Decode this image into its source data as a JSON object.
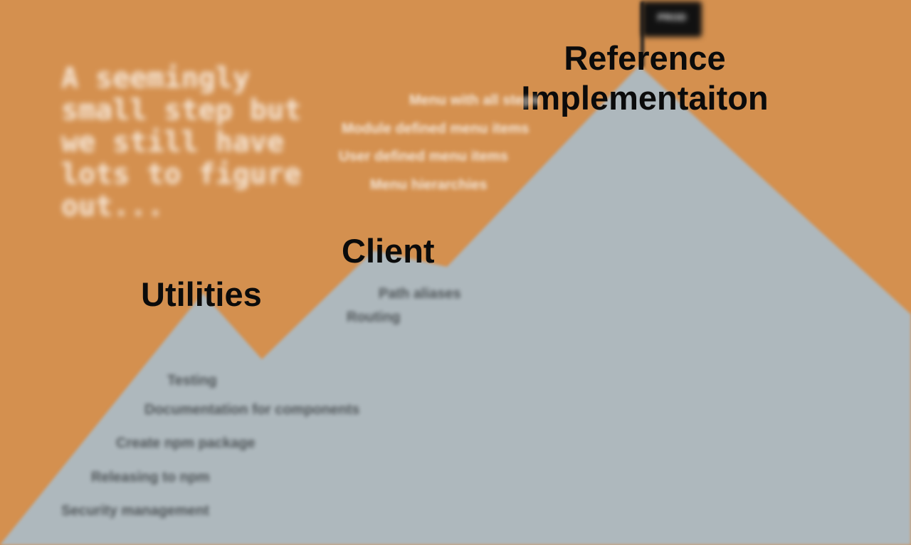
{
  "headline": "A seemingly small step but we still have lots to figure out...",
  "flag": {
    "label": "PROD"
  },
  "peaks": {
    "utilities": "Utilities",
    "client": "Client",
    "reference": "Reference Implementaiton"
  },
  "reference_items": [
    "Menu with all steps",
    "Module defined menu items",
    "User defined menu items",
    "Menu hierarchies"
  ],
  "client_items": [
    "Path aliases",
    "Routing"
  ],
  "utility_items": [
    "Testing",
    "Documentation for components",
    "Create npm package",
    "Releasing to npm",
    "Security management"
  ],
  "colors": {
    "sky": "#D4904F",
    "mountain": "#AEB8BD",
    "flag": "#111111",
    "label": "#0B0B0B"
  }
}
